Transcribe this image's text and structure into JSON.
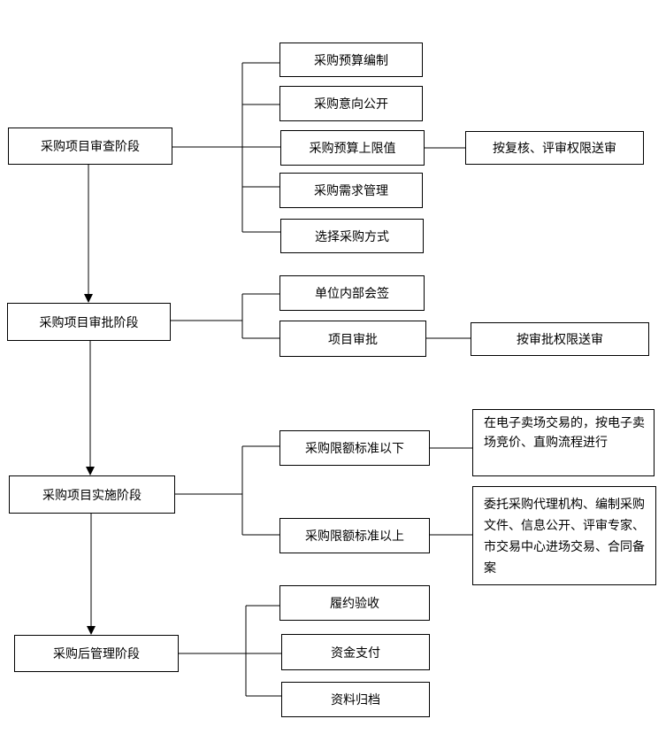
{
  "stages": {
    "s1": "采购项目审查阶段",
    "s2": "采购项目审批阶段",
    "s3": "采购项目实施阶段",
    "s4": "采购后管理阶段"
  },
  "steps": {
    "budget_prep": "采购预算编制",
    "intent_public": "采购意向公开",
    "budget_limit": "采购预算上限值",
    "needs_mgmt": "采购需求管理",
    "choose_method": "选择采购方式",
    "internal_signoff": "单位内部会签",
    "project_approval": "项目审批",
    "below_limit": "采购限额标准以下",
    "above_limit": "采购限额标准以上",
    "acceptance": "履约验收",
    "payment": "资金支付",
    "archiving": "资料归档"
  },
  "notes": {
    "review_auth": "按复核、评审权限送审",
    "approve_auth": "按审批权限送审",
    "below_note": "在电子卖场交易的，按电子卖场竞价、直购流程进行",
    "above_note": "委托采购代理机构、编制采购文件、信息公开、评审专家、市交易中心进场交易、合同备案"
  }
}
